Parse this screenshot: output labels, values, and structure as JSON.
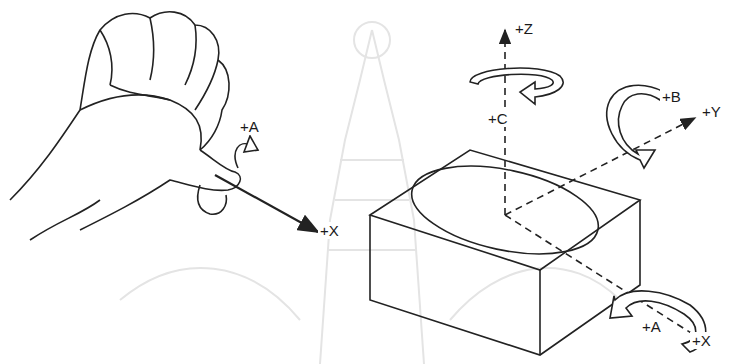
{
  "diagram": {
    "labels": [
      "+A",
      "+X",
      "+Z",
      "+C",
      "+B",
      "+Y",
      "+A",
      "+X"
    ]
  }
}
